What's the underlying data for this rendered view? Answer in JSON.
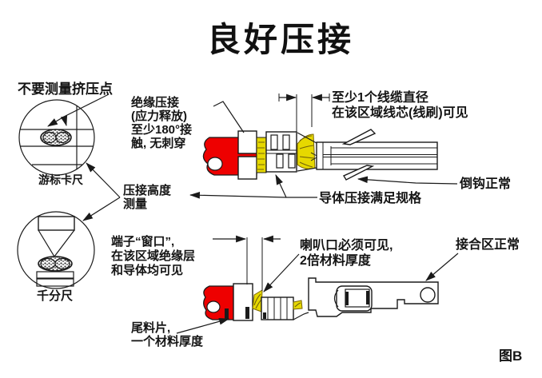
{
  "title": "良好压接",
  "figure_label": "图B",
  "colors": {
    "ink": "#1a1a1a",
    "insulation_red": "#ee0000",
    "wire_yellow": "#e6d800",
    "background": "#ffffff"
  },
  "labels": {
    "no_measure_extrusion": "不要测量挤压点",
    "vernier_caliper": "游标卡尺",
    "insulation_crimp": [
      "绝缘压接",
      "(应力释放)",
      "至少180°接",
      "触, 无刺穿"
    ],
    "crimp_height": [
      "压接高度",
      "测量"
    ],
    "terminal_window": [
      "端子“窗口”,",
      "在该区域绝缘层",
      "和导体均可见"
    ],
    "micrometer": "千分尺",
    "tail_piece": [
      "尾料片,",
      "一个材料厚度"
    ],
    "cable_diameter": [
      "至少1个线缆直径",
      "在该区域线芯(线刷)可见"
    ],
    "barb_normal": "倒钩正常",
    "conductor_crimp_spec": "导体压接满足规格",
    "bell_mouth": [
      "喇叭口必须可见,",
      "2倍材料厚度"
    ],
    "joint_area_normal": "接合区正常"
  }
}
